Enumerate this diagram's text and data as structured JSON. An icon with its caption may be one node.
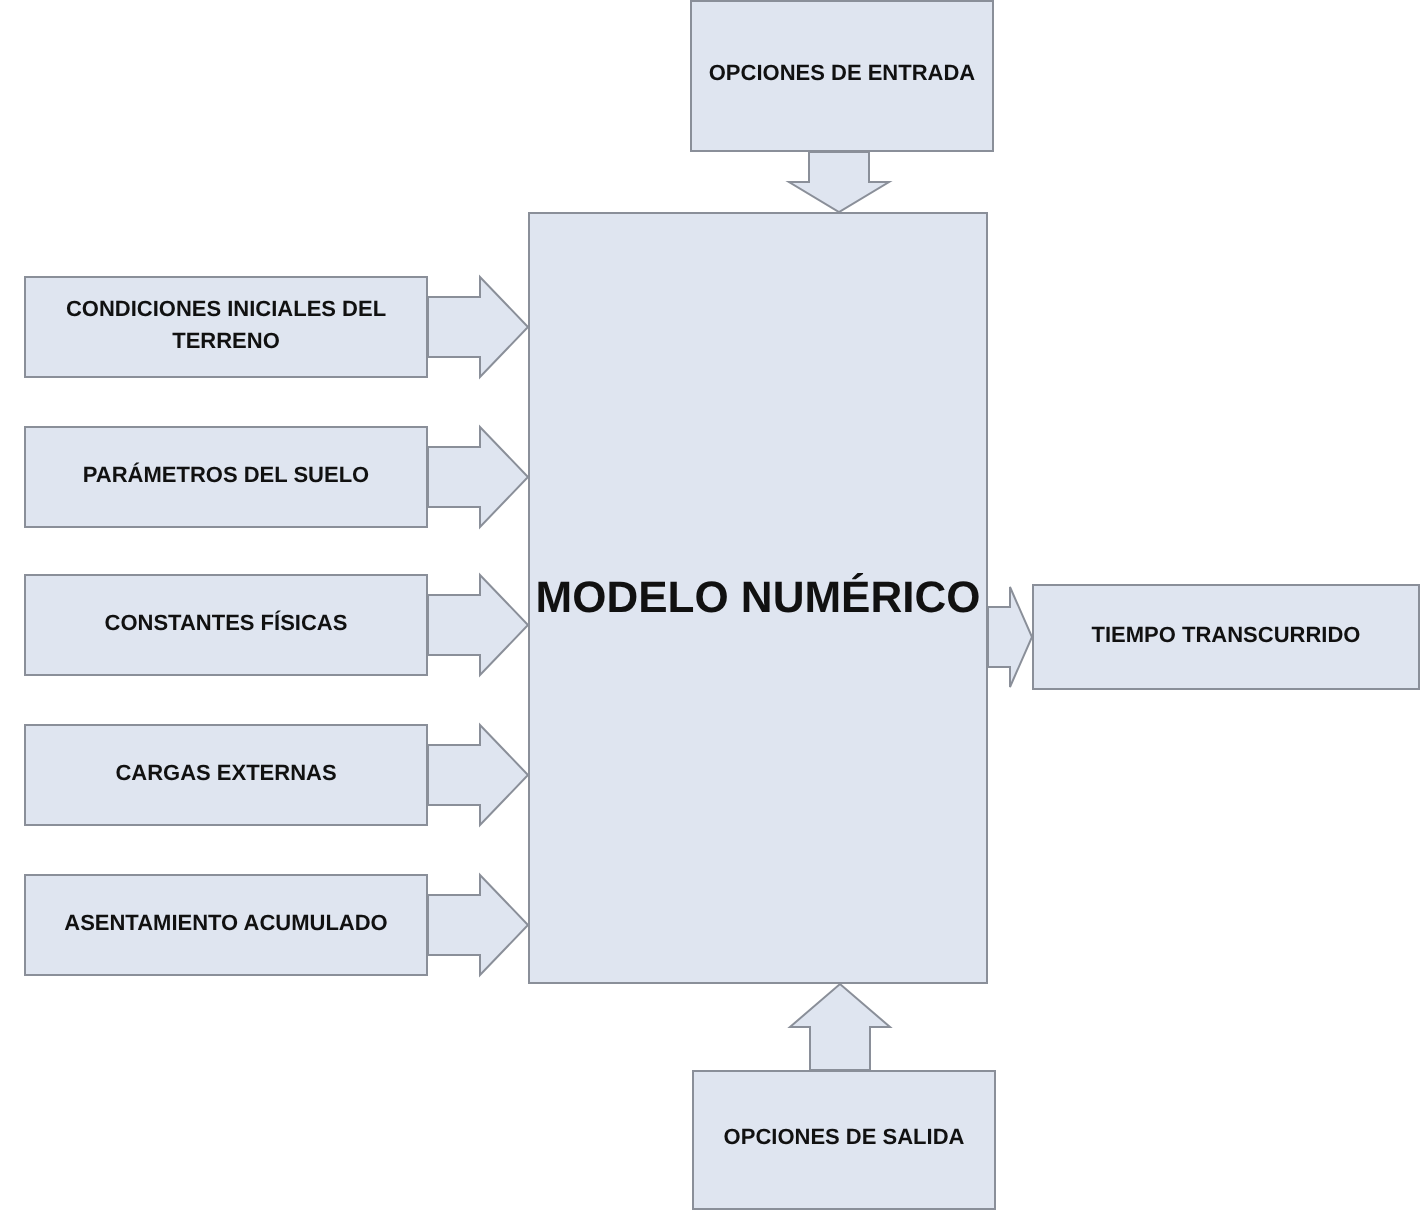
{
  "diagram": {
    "nodes": [
      {
        "text": [
          "OPCIONES DE ENTRADA"
        ]
      },
      {
        "text": [
          "CONDICIONES INICIALES DEL TERRENO"
        ]
      },
      {
        "text": [
          "PARÁMETROS DEL SUELO"
        ]
      },
      {
        "text": [
          "CONSTANTES FÍSICAS"
        ]
      },
      {
        "text": [
          "CARGAS EXTERNAS"
        ]
      },
      {
        "text": [
          "ASENTAMIENTO ACUMULADO"
        ]
      },
      {
        "text": [
          "MODELO NUMÉRICO"
        ]
      },
      {
        "text": [
          "TIEMPO TRANSCURRIDO"
        ]
      },
      {
        "text": [
          "OPCIONES DE SALIDA"
        ]
      }
    ],
    "edges": [
      {
        "from": 0,
        "to": 6,
        "arrow": "to"
      },
      {
        "from": 1,
        "to": 6,
        "arrow": "to"
      },
      {
        "from": 2,
        "to": 6,
        "arrow": "to"
      },
      {
        "from": 3,
        "to": 6,
        "arrow": "to"
      },
      {
        "from": 4,
        "to": 6,
        "arrow": "to"
      },
      {
        "from": 5,
        "to": 6,
        "arrow": "to"
      },
      {
        "from": 6,
        "to": 7,
        "arrow": "to"
      },
      {
        "from": 8,
        "to": 6,
        "arrow": "to"
      }
    ]
  }
}
